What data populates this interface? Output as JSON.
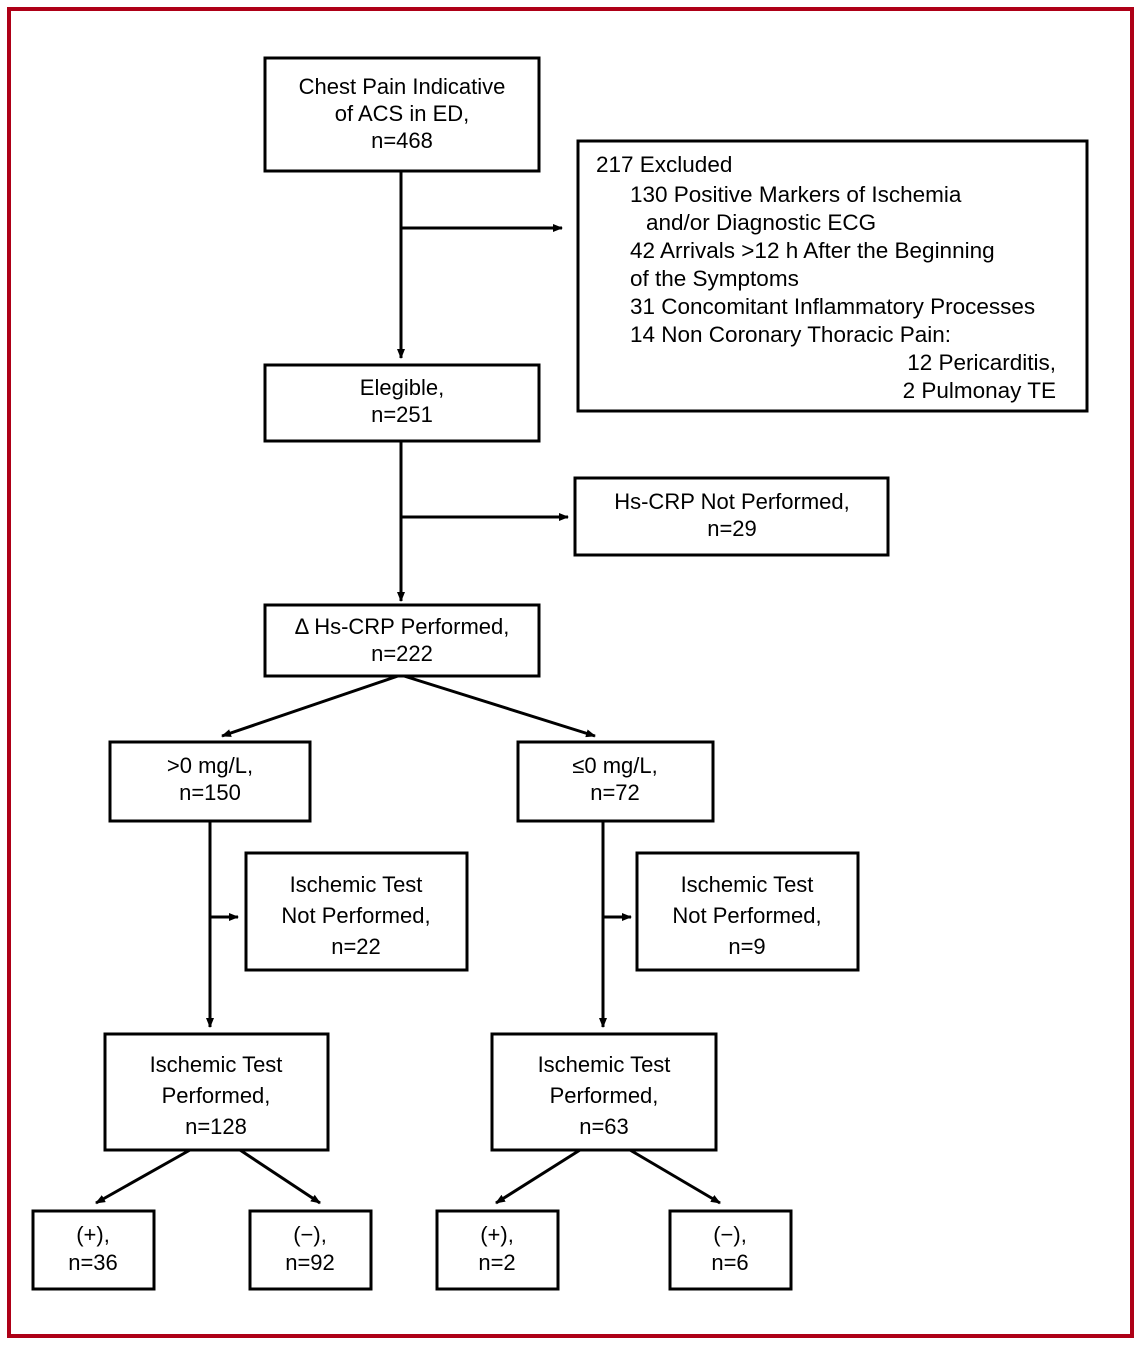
{
  "figure": {
    "type": "flowchart",
    "subject": "Patient enrollment flow for chest pain / ACS study with delta Hs-CRP",
    "frame_color": "#AE0017",
    "box_border_color": "#000000",
    "background_color": "#FFFFFF"
  },
  "nodes": {
    "enrolled": {
      "line1": "Chest Pain Indicative",
      "line2": "of ACS in ED,",
      "line3": "n=468"
    },
    "eligible": {
      "line1": "Elegible,",
      "line2": "n=251"
    },
    "hscrp_performed": {
      "line1": "Δ Hs-CRP Performed,",
      "line2": "n=222"
    },
    "hscrp_not_performed": {
      "line1": "Hs-CRP Not Performed,",
      "line2": "n=29"
    },
    "positive_branch": {
      "line1": ">0 mg/L,",
      "line2": "n=150"
    },
    "negative_branch": {
      "line1": "≤0 mg/L,",
      "line2": "n=72"
    },
    "ischemic_not_performed_left": {
      "line1": "Ischemic Test",
      "line2": "Not Performed,",
      "line3": "n=22"
    },
    "ischemic_not_performed_right": {
      "line1": "Ischemic Test",
      "line2": "Not Performed,",
      "line3": "n=9"
    },
    "ischemic_performed_left": {
      "line1": "Ischemic Test",
      "line2": "Performed,",
      "line3": "n=128"
    },
    "ischemic_performed_right": {
      "line1": "Ischemic Test",
      "line2": "Performed,",
      "line3": "n=63"
    },
    "result_left_positive": {
      "line1": "(+),",
      "line2": "n=36"
    },
    "result_left_negative": {
      "line1": "(−),",
      "line2": "n=92"
    },
    "result_right_positive": {
      "line1": "(+),",
      "line2": "n=2"
    },
    "result_right_negative": {
      "line1": "(−),",
      "line2": "n=6"
    }
  },
  "excluded_box": {
    "heading": "217 Excluded",
    "lines": [
      "130 Positive Markers of Ischemia",
      "and/or Diagnostic ECG",
      "42 Arrivals >12 h After the Beginning",
      "of the Symptoms",
      "31 Concomitant Inflammatory Processes",
      "14 Non Coronary Thoracic Pain:",
      "12 Pericarditis,",
      "2 Pulmonay TE"
    ]
  },
  "chart_data": {
    "type": "flowchart",
    "title": "Patient flow diagram",
    "stages": [
      {
        "label": "Chest Pain Indicative of ACS in ED",
        "n": 468
      },
      {
        "label": "Excluded",
        "n": 217
      },
      {
        "label": "Positive Markers of Ischemia and/or Diagnostic ECG",
        "n": 130
      },
      {
        "label": "Arrivals >12 h After the Beginning of the Symptoms",
        "n": 42
      },
      {
        "label": "Concomitant Inflammatory Processes",
        "n": 31
      },
      {
        "label": "Non Coronary Thoracic Pain",
        "n": 14
      },
      {
        "label": "Pericarditis",
        "n": 12
      },
      {
        "label": "Pulmonay TE",
        "n": 2
      },
      {
        "label": "Elegible",
        "n": 251
      },
      {
        "label": "Hs-CRP Not Performed",
        "n": 29
      },
      {
        "label": "Δ Hs-CRP Performed",
        "n": 222
      },
      {
        "label": "Δ Hs-CRP >0 mg/L",
        "n": 150
      },
      {
        "label": "Δ Hs-CRP ≤0 mg/L",
        "n": 72
      },
      {
        "label": ">0 mg/L: Ischemic Test Not Performed",
        "n": 22
      },
      {
        "label": ">0 mg/L: Ischemic Test Performed",
        "n": 128
      },
      {
        "label": ">0 mg/L: Ischemic Test (+)",
        "n": 36
      },
      {
        "label": ">0 mg/L: Ischemic Test (−)",
        "n": 92
      },
      {
        "label": "≤0 mg/L: Ischemic Test Not Performed",
        "n": 9
      },
      {
        "label": "≤0 mg/L: Ischemic Test Performed",
        "n": 63
      },
      {
        "label": "≤0 mg/L: Ischemic Test (+)",
        "n": 2
      },
      {
        "label": "≤0 mg/L: Ischemic Test (−)",
        "n": 6
      }
    ]
  }
}
